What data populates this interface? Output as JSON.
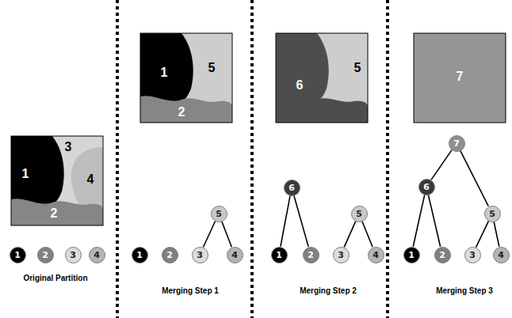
{
  "diagram": {
    "nodes": [
      {
        "text": [
          "1"
        ]
      },
      {
        "text": [
          "2"
        ]
      },
      {
        "text": [
          "3"
        ]
      },
      {
        "text": [
          "4"
        ]
      },
      {
        "text": [
          "5"
        ]
      },
      {
        "text": [
          "1"
        ]
      },
      {
        "text": [
          "2"
        ]
      },
      {
        "text": [
          "3"
        ]
      },
      {
        "text": [
          "4"
        ]
      },
      {
        "text": [
          "6"
        ]
      },
      {
        "text": [
          "5"
        ]
      },
      {
        "text": [
          "1"
        ]
      },
      {
        "text": [
          "2"
        ]
      },
      {
        "text": [
          "3"
        ]
      },
      {
        "text": [
          "4"
        ]
      },
      {
        "text": [
          "7"
        ]
      },
      {
        "text": [
          "6"
        ]
      },
      {
        "text": [
          "5"
        ]
      },
      {
        "text": [
          "1"
        ]
      },
      {
        "text": [
          "2"
        ]
      },
      {
        "text": [
          "3"
        ]
      },
      {
        "text": [
          "4"
        ]
      }
    ],
    "edges": [
      {
        "from": 4,
        "to": 7,
        "arrow": "none"
      },
      {
        "from": 4,
        "to": 8,
        "arrow": "none"
      },
      {
        "from": 9,
        "to": 11,
        "arrow": "none"
      },
      {
        "from": 9,
        "to": 12,
        "arrow": "none"
      },
      {
        "from": 10,
        "to": 13,
        "arrow": "none"
      },
      {
        "from": 10,
        "to": 14,
        "arrow": "none"
      },
      {
        "from": 15,
        "to": 16,
        "arrow": "none"
      },
      {
        "from": 15,
        "to": 17,
        "arrow": "none"
      },
      {
        "from": 16,
        "to": 18,
        "arrow": "none"
      },
      {
        "from": 16,
        "to": 19,
        "arrow": "none"
      },
      {
        "from": 17,
        "to": 20,
        "arrow": "none"
      },
      {
        "from": 17,
        "to": 21,
        "arrow": "none"
      }
    ],
    "labels": [
      "3",
      "1",
      "4",
      "2",
      "1",
      "5",
      "2",
      "6",
      "5",
      "7",
      "Original Partition",
      "Merging Step 1",
      "Merging Step 2",
      "Merging Step 3"
    ]
  }
}
